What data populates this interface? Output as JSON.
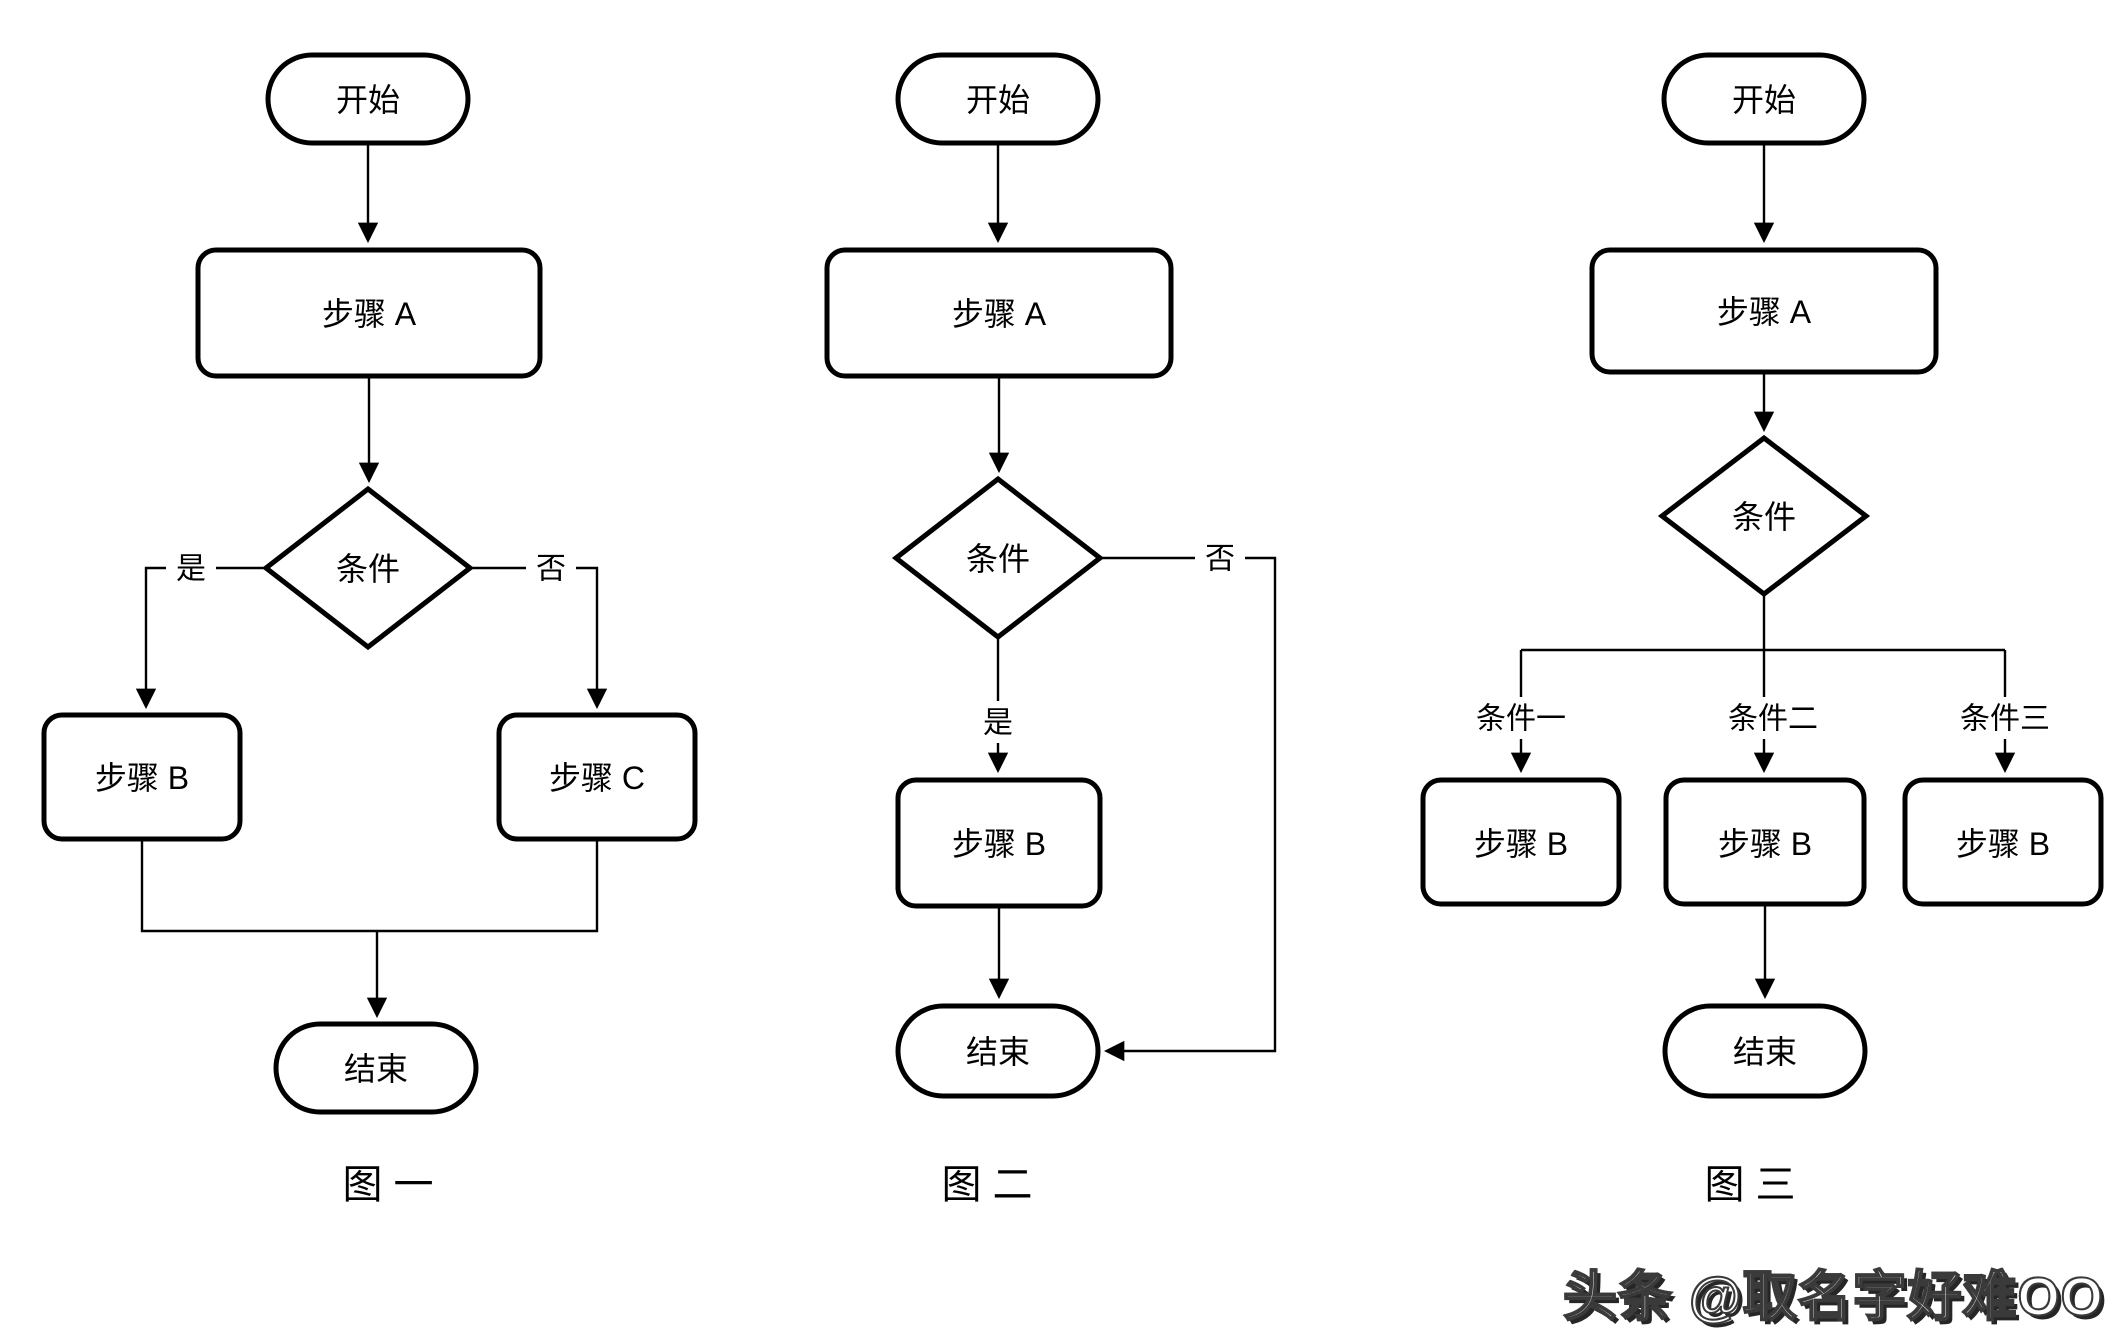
{
  "figures": [
    {
      "caption": "图 一",
      "nodes": {
        "start": "开始",
        "step_a": "步骤 A",
        "condition": "条件",
        "step_b": "步骤 B",
        "step_c": "步骤 C",
        "end": "结束"
      },
      "edge_labels": {
        "yes": "是",
        "no": "否"
      }
    },
    {
      "caption": "图 二",
      "nodes": {
        "start": "开始",
        "step_a": "步骤 A",
        "condition": "条件",
        "step_b": "步骤 B",
        "end": "结束"
      },
      "edge_labels": {
        "yes": "是",
        "no": "否"
      }
    },
    {
      "caption": "图 三",
      "nodes": {
        "start": "开始",
        "step_a": "步骤 A",
        "condition": "条件",
        "step_b1": "步骤 B",
        "step_b2": "步骤 B",
        "step_b3": "步骤 B",
        "end": "结束"
      },
      "edge_labels": {
        "cond1": "条件一",
        "cond2": "条件二",
        "cond3": "条件三"
      }
    }
  ],
  "watermark": "头条 @取名字好难OO",
  "colors": {
    "line": "#000000",
    "background": "#ffffff",
    "watermark_shadow": "#262626"
  }
}
